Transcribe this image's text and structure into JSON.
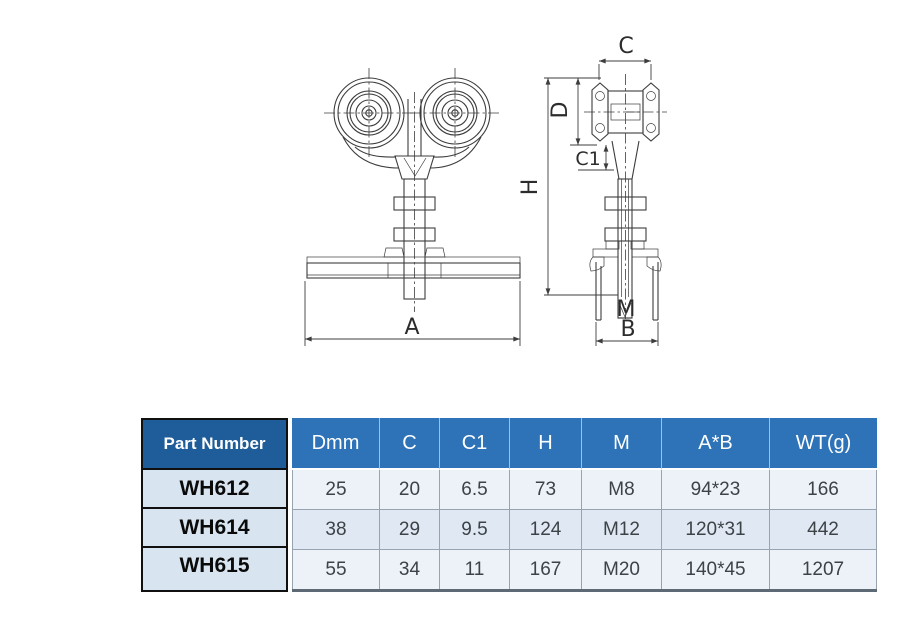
{
  "drawing": {
    "dims": {
      "a": "A",
      "h": "H",
      "c": "C",
      "d": "D",
      "c1": "C1",
      "m": "M",
      "b": "B"
    }
  },
  "table": {
    "part_number_header": "Part Number",
    "columns": [
      "Dmm",
      "C",
      "C1",
      "H",
      "M",
      "A*B",
      "WT(g)"
    ],
    "rows": [
      {
        "part": "WH612",
        "values": [
          "25",
          "20",
          "6.5",
          "73",
          "M8",
          "94*23",
          "166"
        ]
      },
      {
        "part": "WH614",
        "values": [
          "38",
          "29",
          "9.5",
          "124",
          "M12",
          "120*31",
          "442"
        ]
      },
      {
        "part": "WH615",
        "values": [
          "55",
          "34",
          "11",
          "167",
          "M20",
          "140*45",
          "1207"
        ]
      }
    ]
  },
  "colors": {
    "header-dark-blue": "#1e5c9a",
    "header-blue": "#2e73b8",
    "part-cell-bg": "#d8e4f0",
    "row-light": "#edf2f9",
    "row-alt": "#e0e9f3",
    "grid-border": "#97a3b0",
    "line-color": "#3d3d3d"
  }
}
